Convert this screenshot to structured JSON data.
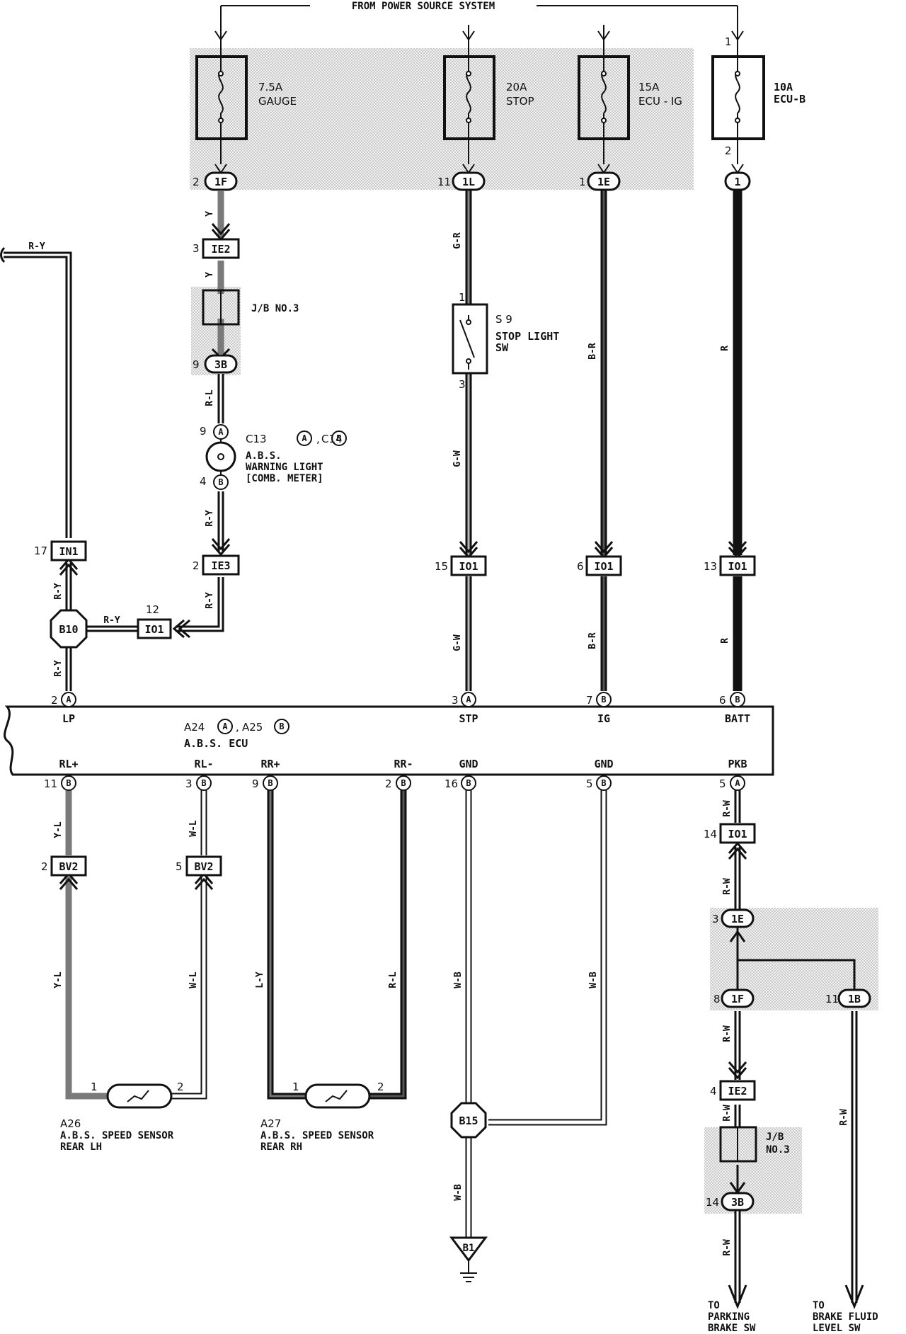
{
  "header": {
    "power_source": "FROM POWER SOURCE SYSTEM"
  },
  "fuses": [
    {
      "amp": "7.5A",
      "name": "GAUGE"
    },
    {
      "amp": "20A",
      "name": "STOP"
    },
    {
      "amp": "15A",
      "name": "ECU - IG"
    },
    {
      "amp": "10A",
      "name": "ECU-B"
    }
  ],
  "pins": {
    "gauge_out": "2",
    "stop_out": "11",
    "ecuig_out": "1",
    "ecub_in": "1",
    "ecub_out": "2",
    "ie2_top": "3",
    "jb3_top": "9",
    "c13_a": "9",
    "c13_b": "4",
    "in1": "17",
    "ie3": "2",
    "io1_12": "12",
    "io1_stp": "15",
    "io1_ig": "6",
    "io1_batt": "13",
    "s9_1": "1",
    "s9_3": "3",
    "lp": "2",
    "stp": "3",
    "ig": "7",
    "batt": "6",
    "rlp": "11",
    "rlm": "3",
    "rrp": "9",
    "rrm": "2",
    "gnd1": "16",
    "gnd2": "5",
    "pkb": "5",
    "bv2_1": "2",
    "bv2_2": "5",
    "io1_pkb": "14",
    "je1e": "3",
    "j1f": "8",
    "j1b": "11",
    "ie2_bot": "4",
    "j3b_bot": "14",
    "a26_1": "1",
    "a26_2": "2",
    "a27_1": "1",
    "a27_2": "2"
  },
  "connectors": {
    "c1F": "1F",
    "c1L": "1L",
    "c1E": "1E",
    "c1": "1",
    "ie2": "IE2",
    "c3B": "3B",
    "in1": "IN1",
    "ie3": "IE3",
    "io1": "IO1",
    "bv2": "BV2",
    "c1B": "1B",
    "A": "A",
    "B": "B"
  },
  "junctions": {
    "b10": "B10",
    "b15": "B15",
    "b1": "B1"
  },
  "wires": {
    "y": "Y",
    "ry": "R-Y",
    "rl": "R-L",
    "gr": "G-R",
    "gw": "G-W",
    "br": "B-R",
    "r": "R",
    "yl": "Y-L",
    "wl": "W-L",
    "ly": "L-Y",
    "wb": "W-B",
    "rw": "R-W"
  },
  "labels": {
    "jb3": "J/B NO.3",
    "jb3_a": "J/B",
    "jb3_b": "NO.3",
    "s9_id": "S 9",
    "s9_name1": "STOP LIGHT",
    "s9_name2": "SW",
    "c13": "C13",
    "c14": "C14",
    "abs1": "A.B.S.",
    "abs2": "WARNING LIGHT",
    "abs3": "[COMB. METER]",
    "a24": "A24",
    "a25": "A25",
    "ecu": "A.B.S. ECU",
    "lp": "LP",
    "stp": "STP",
    "ig": "IG",
    "batt": "BATT",
    "rlp": "RL+",
    "rlm": "RL-",
    "rrp": "RR+",
    "rrm": "RR-",
    "gnd": "GND",
    "pkb": "PKB",
    "a26": "A26",
    "a26_1": "A.B.S. SPEED SENSOR",
    "a26_2": "REAR LH",
    "a27": "A27",
    "a27_1": "A.B.S. SPEED SENSOR",
    "a27_2": "REAR RH",
    "to1": "TO",
    "to2": "PARKING",
    "to3": "BRAKE SW",
    "tb1": "TO",
    "tb2": "BRAKE FLUID",
    "tb3": "LEVEL SW"
  }
}
